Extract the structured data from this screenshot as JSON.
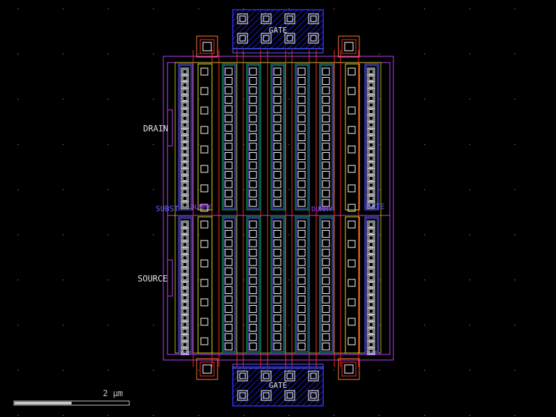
{
  "layout_viewer": {
    "background": "#000000",
    "grid_dot_color": "#5a5a5a"
  },
  "layers": {
    "diffusion": "#00cc66",
    "poly": "#ff2a2a",
    "metal1": "#6060ff",
    "metal2": "#c040ff",
    "contact": "#ffffff",
    "well": "#ff7a33",
    "gate_hatch": "#1a1ad0",
    "label_text": "#e0e0e0",
    "red_label": "#ff2020",
    "blue_label": "#5050ff",
    "purple_label": "#b040ff"
  },
  "labels": {
    "gate_top": "GATE",
    "gate_bottom": "GATE",
    "drain": "DRAIN",
    "source": "SOURCE",
    "substrate_left": "SUBST",
    "substrate_right": "RATE",
    "dummy_left": "DUMMY",
    "dummy_right": "DUMMY"
  },
  "scale_bar": {
    "label": "2 µm",
    "color": "#c8c8c8"
  }
}
